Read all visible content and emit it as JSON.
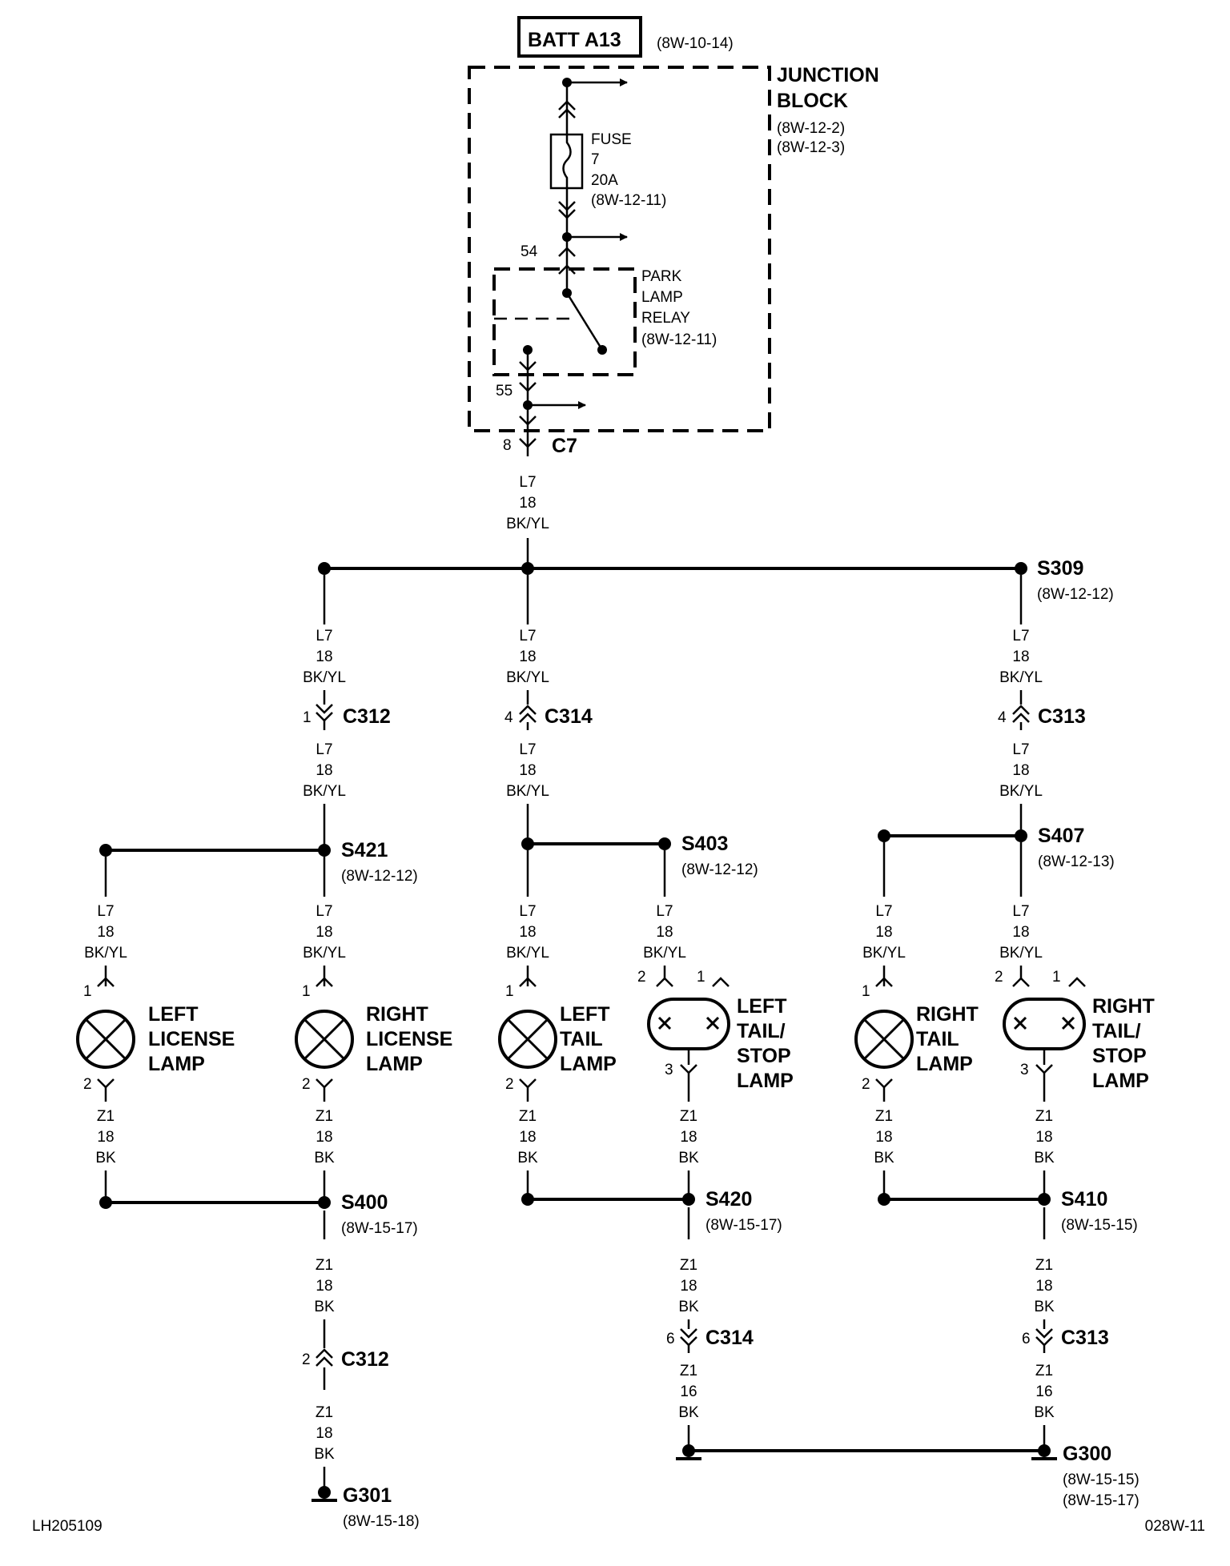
{
  "source": {
    "name": "BATT A13",
    "ref": "(8W-10-14)"
  },
  "junction_block": {
    "title": [
      "JUNCTION",
      "BLOCK"
    ],
    "refs": [
      "(8W-12-2)",
      "(8W-12-3)"
    ]
  },
  "fuse": {
    "lines": [
      "FUSE",
      "7",
      "20A",
      "(8W-12-11)"
    ]
  },
  "relay": {
    "lines": [
      "PARK",
      "LAMP",
      "RELAY",
      "(8W-12-11)"
    ],
    "pin_in": "54",
    "pin_out": "55"
  },
  "c7": {
    "name": "C7",
    "pin": "8"
  },
  "wire_main": [
    "L7",
    "18",
    "BK/YL"
  ],
  "splices": {
    "s309": {
      "name": "S309",
      "ref": "(8W-12-12)"
    },
    "s421": {
      "name": "S421",
      "ref": "(8W-12-12)"
    },
    "s403": {
      "name": "S403",
      "ref": "(8W-12-12)"
    },
    "s407": {
      "name": "S407",
      "ref": "(8W-12-13)"
    },
    "s400": {
      "name": "S400",
      "ref": "(8W-15-17)"
    },
    "s420": {
      "name": "S420",
      "ref": "(8W-15-17)"
    },
    "s410": {
      "name": "S410",
      "ref": "(8W-15-15)"
    }
  },
  "connectors": {
    "c312_top": {
      "name": "C312",
      "pin": "1"
    },
    "c314_top": {
      "name": "C314",
      "pin": "4"
    },
    "c313_top": {
      "name": "C313",
      "pin": "4"
    },
    "c312_bot": {
      "name": "C312",
      "pin": "2"
    },
    "c314_bot": {
      "name": "C314",
      "pin": "6"
    },
    "c313_bot": {
      "name": "C313",
      "pin": "6"
    }
  },
  "wires": {
    "l7_18_bkyl": [
      "L7",
      "18",
      "BK/YL"
    ],
    "z1_18_bk": [
      "Z1",
      "18",
      "BK"
    ],
    "z1_16_bk": [
      "Z1",
      "16",
      "BK"
    ]
  },
  "lamps": {
    "left_license": {
      "lines": [
        "LEFT",
        "LICENSE",
        "LAMP"
      ],
      "pin_in": "1",
      "pin_out": "2"
    },
    "right_license": {
      "lines": [
        "RIGHT",
        "LICENSE",
        "LAMP"
      ],
      "pin_in": "1",
      "pin_out": "2"
    },
    "left_tail": {
      "lines": [
        "LEFT",
        "TAIL",
        "LAMP"
      ],
      "pin_in": "1",
      "pin_out": "2"
    },
    "left_tail_stop": {
      "lines": [
        "LEFT",
        "TAIL/",
        "STOP",
        "LAMP"
      ],
      "pin_a": "2",
      "pin_b": "1",
      "pin_out": "3"
    },
    "right_tail": {
      "lines": [
        "RIGHT",
        "TAIL",
        "LAMP"
      ],
      "pin_in": "1",
      "pin_out": "2"
    },
    "right_tail_stop": {
      "lines": [
        "RIGHT",
        "TAIL/",
        "STOP",
        "LAMP"
      ],
      "pin_a": "2",
      "pin_b": "1",
      "pin_out": "3"
    }
  },
  "grounds": {
    "g301": {
      "name": "G301",
      "ref": "(8W-15-18)"
    },
    "g300": {
      "name": "G300",
      "refs": [
        "(8W-15-15)",
        "(8W-15-17)"
      ]
    }
  },
  "footer": {
    "left_id": "LH205109",
    "right_id": "028W-11"
  }
}
